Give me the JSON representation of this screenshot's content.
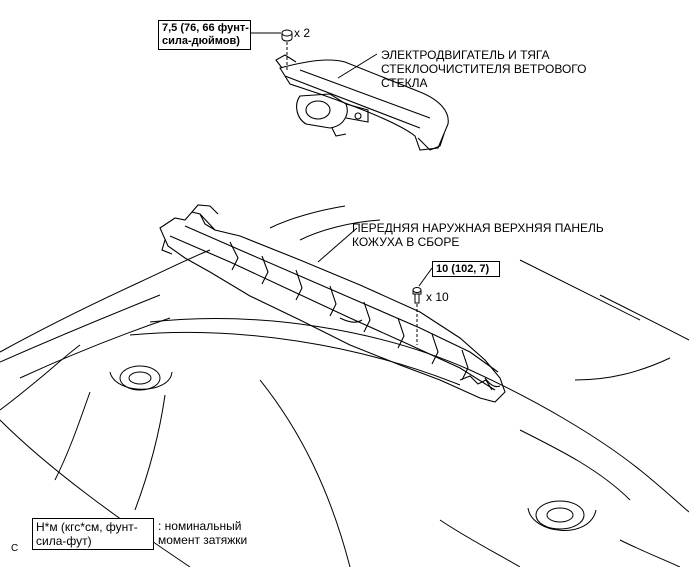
{
  "callouts": {
    "wiper_motor_label_line1": "ЭЛЕКТРОДВИГАТЕЛЬ И ТЯГА",
    "wiper_motor_label_line2": "СТЕКЛООЧИСТИТЕЛЯ ВЕТРОВОГО",
    "wiper_motor_label_line3": "СТЕКЛА",
    "cowl_panel_label_line1": "ПЕРЕДНЯЯ НАРУЖНАЯ ВЕРХНЯЯ ПАНЕЛЬ",
    "cowl_panel_label_line2": "КОЖУХА В СБОРЕ"
  },
  "torque": {
    "nut_spec_line1": "7,5 (76, 66 фунт-",
    "nut_spec_line2": "сила-дюймов)",
    "nut_qty": "x 2",
    "bolt_spec": "10 (102, 7)",
    "bolt_qty": "x 10"
  },
  "legend": {
    "unit_line1": "Н*м (кгс*см, фунт-",
    "unit_line2": "сила-фут)",
    "desc_line1": ": номинальный",
    "desc_line2": "момент затяжки",
    "corner_mark": "C"
  }
}
